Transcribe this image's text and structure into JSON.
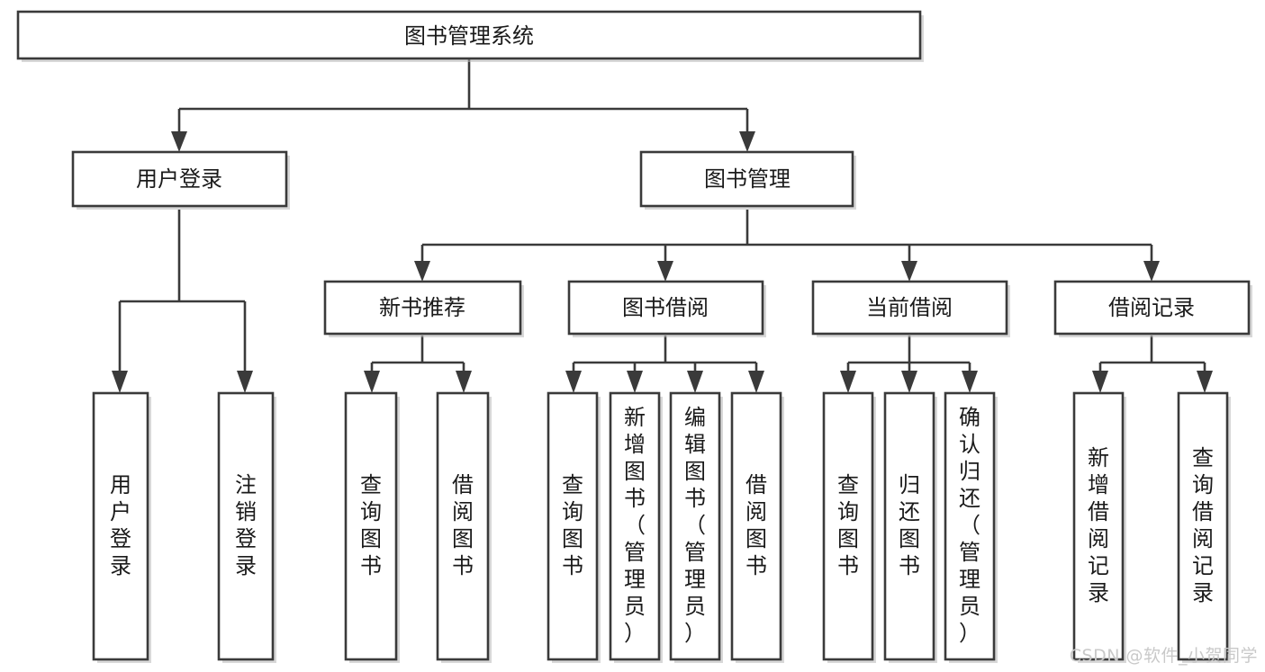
{
  "diagram": {
    "type": "tree",
    "title": "图书管理系统",
    "watermark": "CSDN @软件_小贺同学",
    "colors": {
      "box_stroke": "#3a3a3a",
      "box_fill": "#ffffff",
      "text": "#1a1a1a",
      "background": "#ffffff",
      "watermark": "#c9c9c9"
    },
    "nodes": {
      "root": {
        "label": "图书管理系统"
      },
      "level1": [
        {
          "id": "user-login",
          "label": "用户登录"
        },
        {
          "id": "book-manage",
          "label": "图书管理"
        }
      ],
      "level2": [
        {
          "id": "new-book-recommend",
          "label": "新书推荐",
          "parent": "book-manage"
        },
        {
          "id": "book-borrow",
          "label": "图书借阅",
          "parent": "book-manage"
        },
        {
          "id": "current-borrow",
          "label": "当前借阅",
          "parent": "book-manage"
        },
        {
          "id": "borrow-record",
          "label": "借阅记录",
          "parent": "book-manage"
        }
      ],
      "leaves": [
        {
          "id": "leaf-user-login",
          "label": "用户登录",
          "parent": "user-login"
        },
        {
          "id": "leaf-logout-login",
          "label": "注销登录",
          "parent": "user-login"
        },
        {
          "id": "leaf-query-book-1",
          "label": "查询图书",
          "parent": "new-book-recommend"
        },
        {
          "id": "leaf-borrow-book-1",
          "label": "借阅图书",
          "parent": "new-book-recommend"
        },
        {
          "id": "leaf-query-book-2",
          "label": "查询图书",
          "parent": "book-borrow"
        },
        {
          "id": "leaf-add-book",
          "label": "新增图书（管理员）",
          "parent": "book-borrow"
        },
        {
          "id": "leaf-edit-book",
          "label": "编辑图书（管理员）",
          "parent": "book-borrow"
        },
        {
          "id": "leaf-borrow-book-2",
          "label": "借阅图书",
          "parent": "book-borrow"
        },
        {
          "id": "leaf-query-book-3",
          "label": "查询图书",
          "parent": "current-borrow"
        },
        {
          "id": "leaf-return-book",
          "label": "归还图书",
          "parent": "current-borrow"
        },
        {
          "id": "leaf-confirm-return",
          "label": "确认归还（管理员）",
          "parent": "current-borrow"
        },
        {
          "id": "leaf-add-record",
          "label": "新增借阅记录",
          "parent": "borrow-record"
        },
        {
          "id": "leaf-query-record",
          "label": "查询借阅记录",
          "parent": "borrow-record"
        }
      ]
    }
  }
}
